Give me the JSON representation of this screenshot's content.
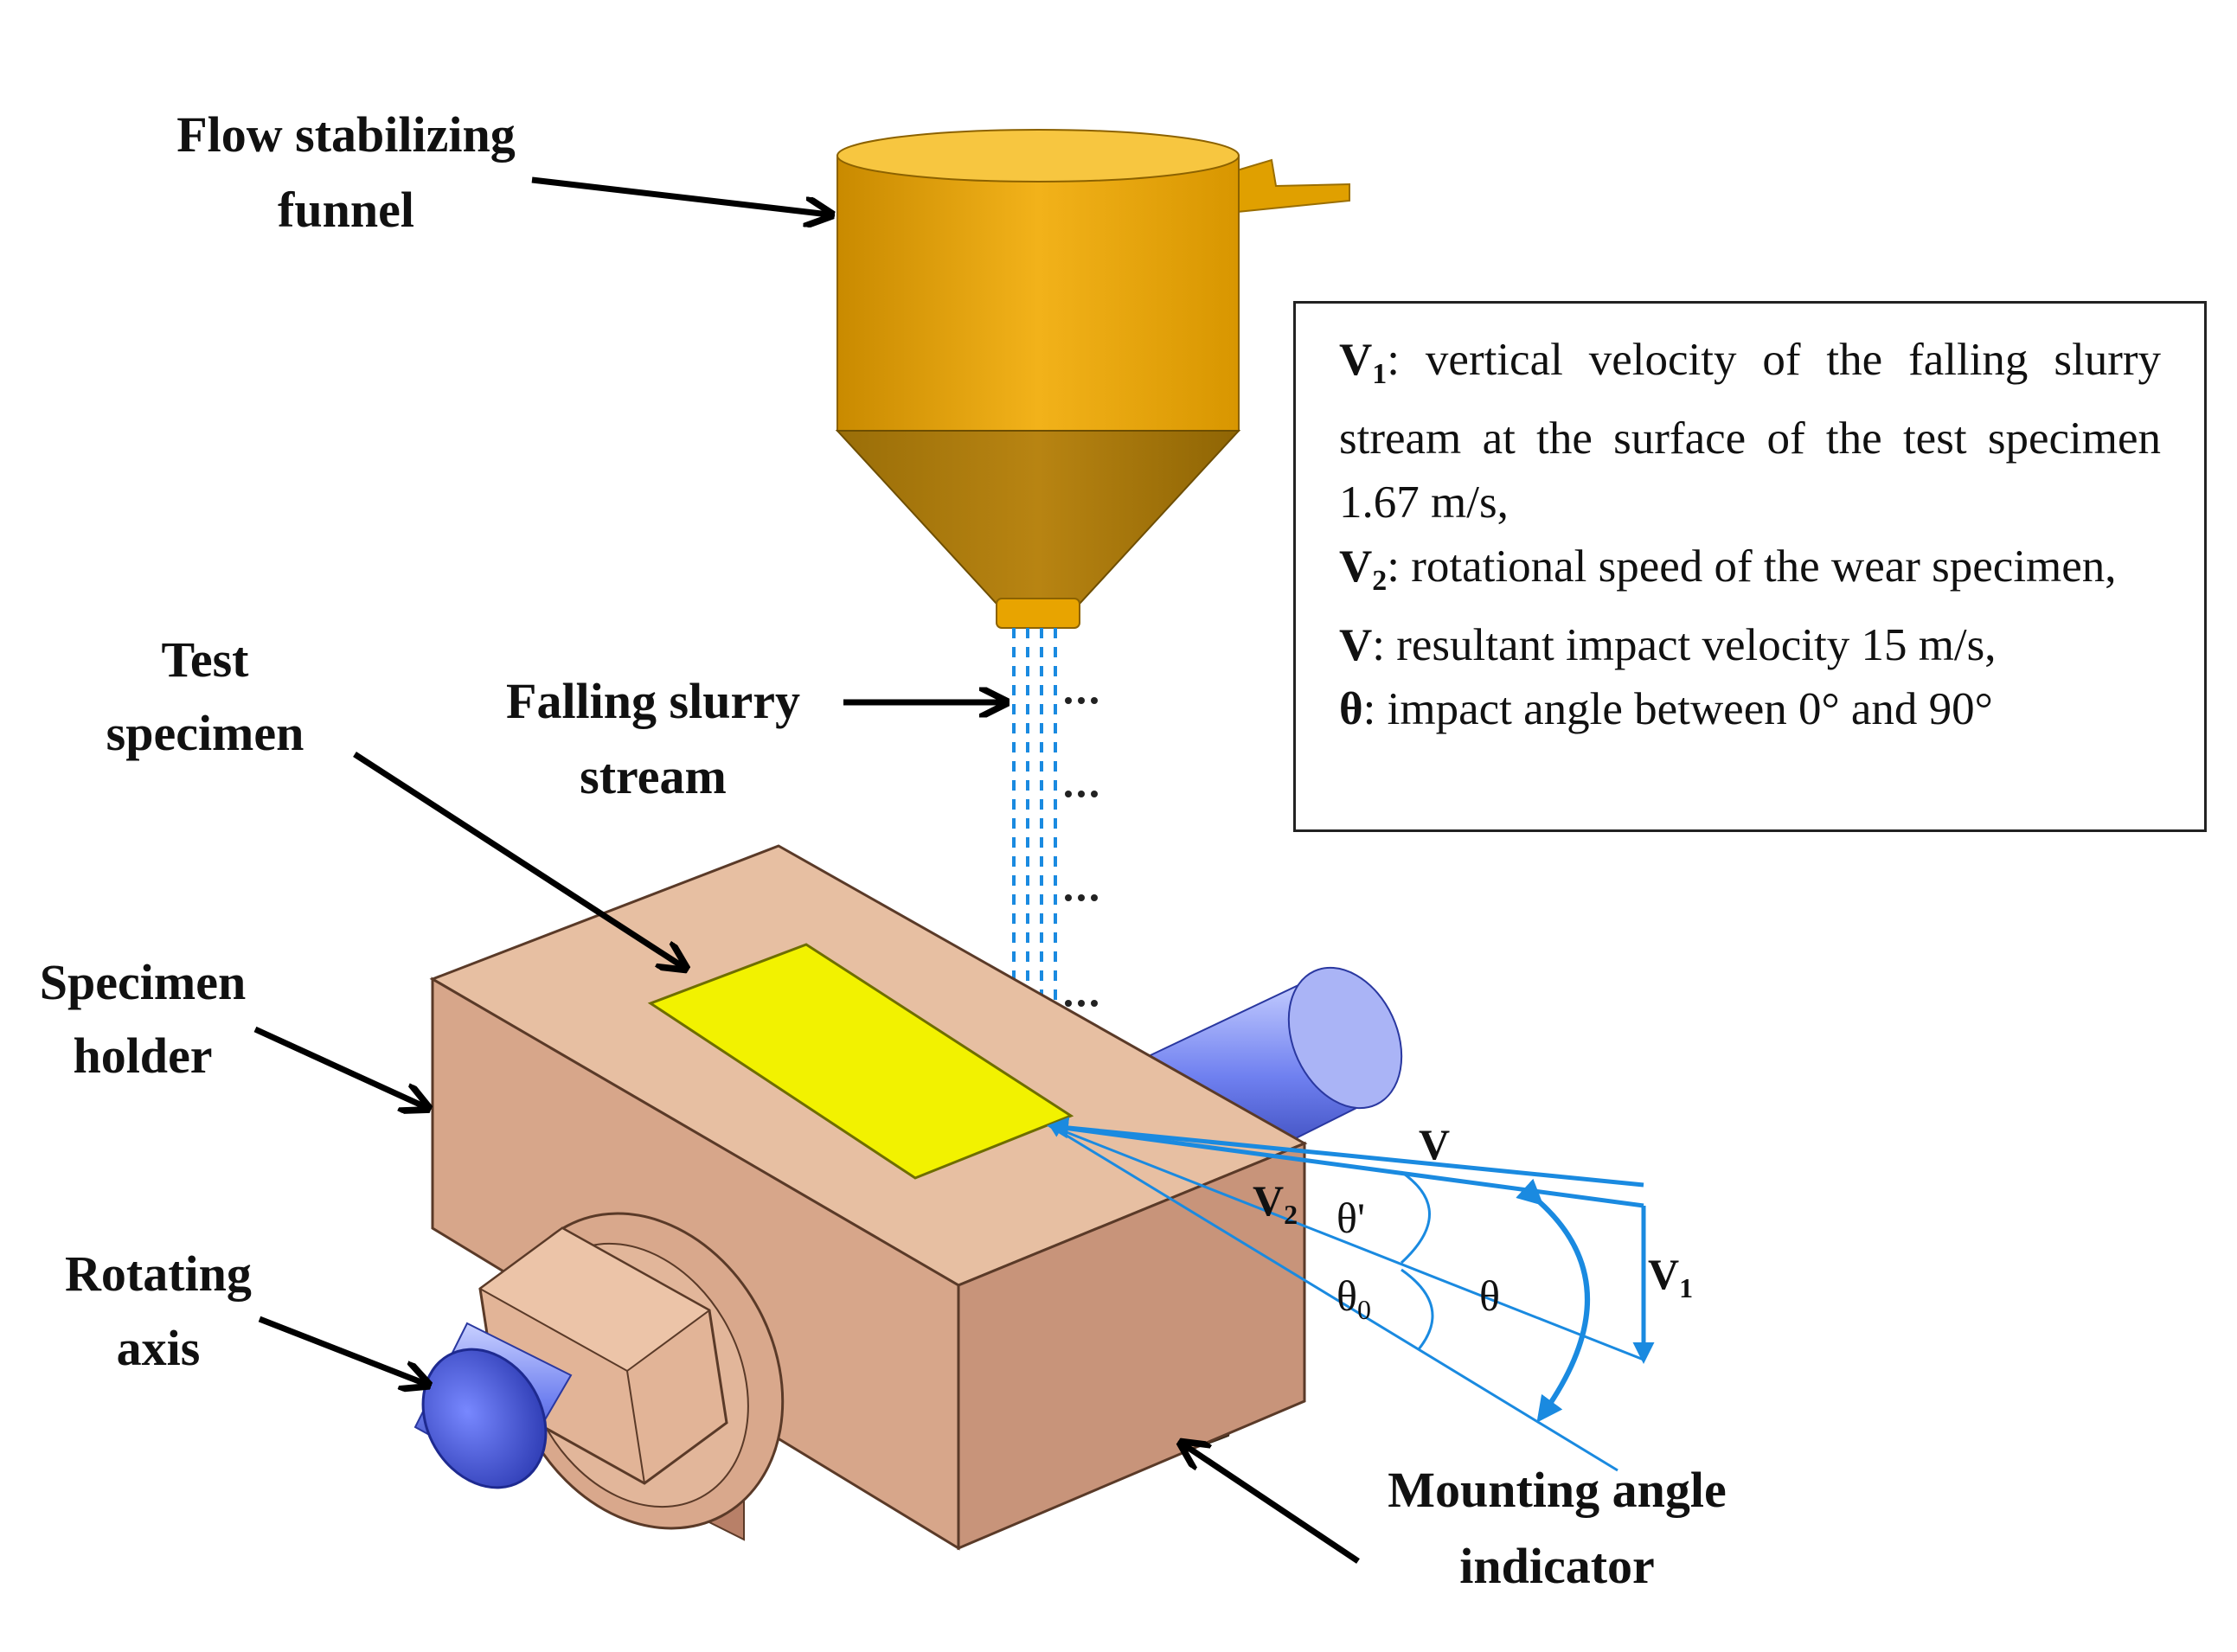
{
  "labels": {
    "funnel": [
      "Flow stabilizing",
      "funnel"
    ],
    "test_specimen": [
      "Test",
      "specimen"
    ],
    "falling_stream": [
      "Falling slurry",
      "stream"
    ],
    "specimen_holder": [
      "Specimen",
      "holder"
    ],
    "rotating_axis": [
      "Rotating",
      "axis"
    ],
    "mounting_indicator": [
      "Mounting angle",
      "indicator"
    ]
  },
  "vectors": {
    "v": "V",
    "v2_main": "V",
    "v2_sub": "2",
    "v1_main": "V",
    "v1_sub": "1",
    "theta_prime": "θ'",
    "theta0_main": "θ",
    "theta0_sub": "0",
    "theta": "θ"
  },
  "legend": {
    "v1_sym": "V",
    "v1_sub": "1",
    "v1_text": ": vertical velocity of the falling slurry stream at the surface of the test specimen 1.67 m/s,",
    "v2_sym": "V",
    "v2_sub": "2",
    "v2_text": ": rotational speed of the wear specimen,",
    "v_sym": "V",
    "v_text": ": resultant impact velocity 15 m/s,",
    "theta_sym": "θ",
    "theta_text": ": impact angle between 0° and 90°"
  },
  "colors": {
    "funnel": "#e8a400",
    "holder": "#d9a88a",
    "specimen": "#f2f200",
    "axis": "#4a5ee0",
    "vector": "#1a8ae0"
  }
}
